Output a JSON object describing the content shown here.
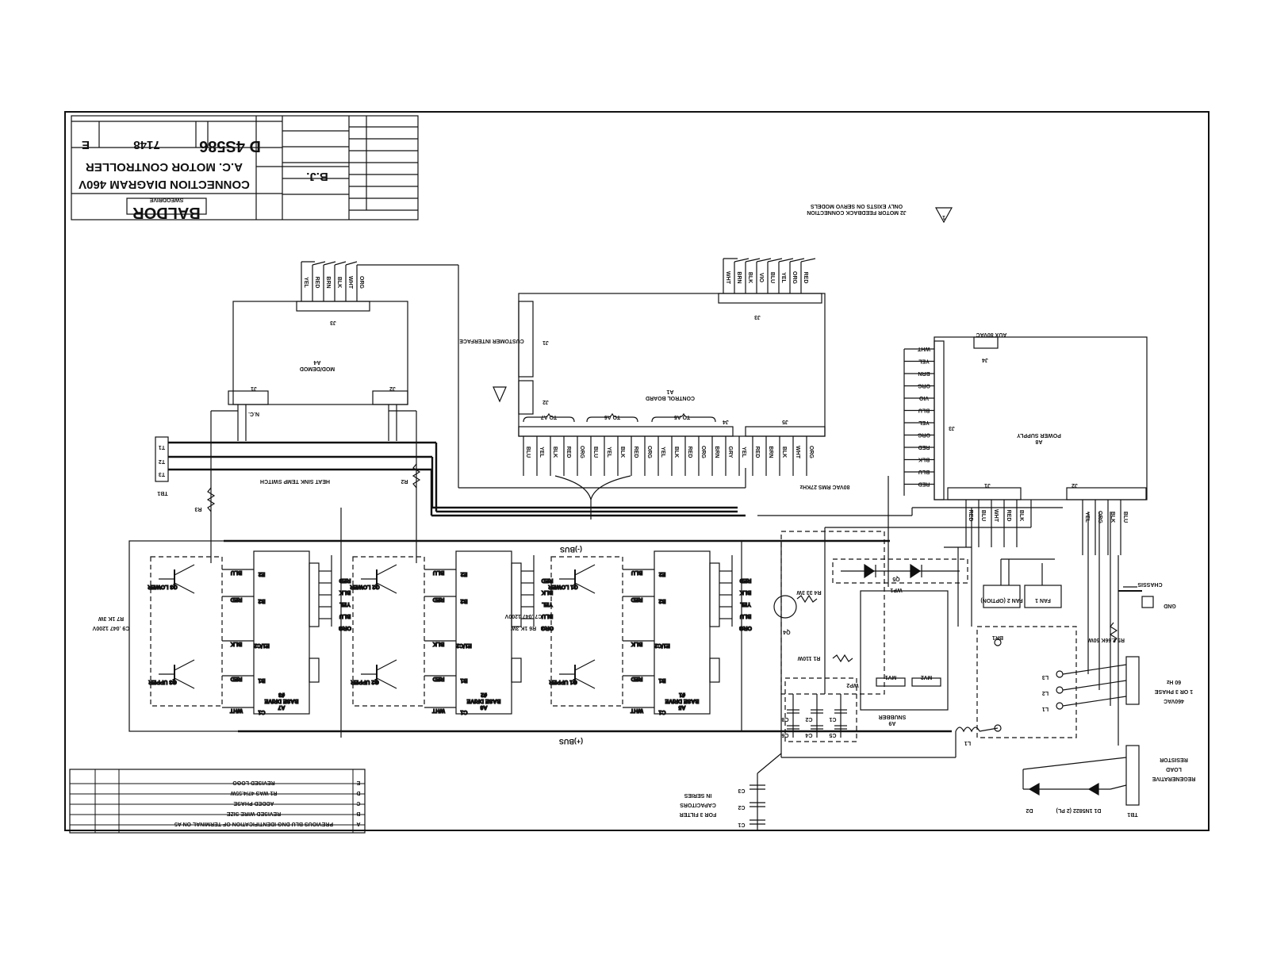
{
  "title_block": {
    "brand": "BALDOR",
    "sub_brand": "SWEODRIVE",
    "title_line1": "CONNECTION DIAGRAM 460V",
    "title_line2": "A.C. MOTOR CONTROLLER",
    "drawing_number": "D 4S586",
    "sheet": "7148",
    "revision": "E",
    "approval": "B.J."
  },
  "notes": {
    "servo_note_line1": "J2 MOTOR FEEDBACK CONNECTION",
    "servo_note_line2": "ONLY EXISTS ON SERVO MODELS",
    "note_number": "1",
    "filter_caps_line1": "FOR 3 FILTER",
    "filter_caps_line2": "CAPACITORS",
    "filter_caps_line3": "IN SERIES"
  },
  "modules": {
    "a4": {
      "ref": "A4",
      "name": "MOD/DEMOD",
      "j3": "J3",
      "j1": "J1",
      "j2": "J2",
      "nc": "N.C.",
      "j3_wires": [
        "YEL",
        "RED",
        "BRN",
        "BLK",
        "WHT",
        "ORG"
      ]
    },
    "a1": {
      "ref": "A1",
      "name": "CONTROL BOARD",
      "j1": "J1",
      "j1_label": "CUSTOMER INTERFACE",
      "j2": "J2",
      "j3": "J3",
      "j4": "J4",
      "j5": "J5",
      "j3_wires": [
        "WHT",
        "BRN",
        "BLK",
        "VIO",
        "BLU",
        "YEL",
        "ORG",
        "RED"
      ],
      "to_a7": "TO A7",
      "to_a6": "TO A6",
      "to_a5": "TO A5",
      "bottom_wires": [
        "BLU",
        "YEL",
        "BLK",
        "RED",
        "ORG",
        "BLU",
        "YEL",
        "BLK",
        "RED",
        "ORG",
        "YEL",
        "BLK",
        "RED",
        "ORG",
        "BRN",
        "GRY",
        "YEL",
        "RED",
        "BRN",
        "BLK",
        "WHT",
        "ORG"
      ]
    },
    "a8": {
      "ref": "A8",
      "name": "POWER SUPPLY",
      "j4": "J4",
      "j4_label": "AUX 80VAC",
      "j3": "J3",
      "j1": "J1",
      "j2": "J2",
      "j3_wires": [
        "WHT",
        "YEL",
        "BRN",
        "ORG",
        "VIO",
        "BLU",
        "YEL",
        "ORG",
        "RED",
        "BLK",
        "BLU",
        "RED"
      ],
      "j1_wires": [
        "RED",
        "BLU",
        "WHT",
        "RED",
        "BLK"
      ],
      "j2_wires": [
        "YEL",
        "ORG",
        "BLK",
        "BLU"
      ]
    },
    "drives": [
      {
        "ref": "A7",
        "name": "BASE DRIVE",
        "num": "#3",
        "q_upper": "Q3 UPPER",
        "q_lower": "Q3 LOWER"
      },
      {
        "ref": "A6",
        "name": "BASE DRIVE",
        "num": "#2",
        "q_upper": "Q2 UPPER",
        "q_lower": "Q2 LOWER"
      },
      {
        "ref": "A5",
        "name": "BASE DRIVE",
        "num": "#1",
        "q_upper": "Q1 UPPER",
        "q_lower": "Q1 LOWER"
      }
    ],
    "drive_pins": [
      "E2",
      "B2",
      "E1/C2",
      "B1",
      "C1"
    ],
    "drive_wires": [
      "BLU",
      "RED",
      "BLK",
      "RED",
      "WHT"
    ],
    "drive_j1": [
      "ORG",
      "BLU",
      "YEL",
      "BLK",
      "RED"
    ],
    "a9": {
      "ref": "A9",
      "name": "SNUBBER"
    },
    "br1": "BR1"
  },
  "components": {
    "tb1_left": {
      "label": "TB1",
      "terms": [
        "T1",
        "T2",
        "T3"
      ]
    },
    "r2": "R2",
    "r3": "R3",
    "heat_sink": "HEAT SINK TEMP SWITCH",
    "c9": "C9 .047 1200V",
    "r7": "R7 1K 3W",
    "r6": "R6 1K 3W",
    "c7": "C7 .047 1200V",
    "bus_minus": "(-)BUS",
    "bus_plus": "(+)BUS",
    "q4": "Q4",
    "q5": "Q5",
    "r4": "R4 33 3W",
    "r1": "R1 110W",
    "r5": "R5 2.66K 50W",
    "fan1": "FAN 1",
    "fan2": "FAN 2 (OPTION)",
    "chassis": "CHASSIS",
    "gnd": "GND",
    "l_terms": [
      "L3",
      "L2",
      "L1"
    ],
    "line_in_line1": "460VAC",
    "line_in_line2": "1 OR 3 PHASE",
    "line_in_line3": "60 Hz",
    "regen_line1": "REGENERATIVE",
    "regen_line2": "LOAD",
    "regen_line3": "RESISTOR",
    "tb1_regen": "TB1",
    "d1": "D1 1N5822 (2 PL)",
    "d2": "D2",
    "caps": [
      "C8",
      "C2",
      "C1",
      "C6",
      "C4",
      "C5"
    ],
    "caps_filter": [
      "C3",
      "C2",
      "C1"
    ],
    "wp": [
      "WP1",
      "WP2"
    ],
    "mov": [
      "MV1",
      "MV2"
    ],
    "rms_note": "80VAC RMS 27KHz",
    "l1": "L1"
  },
  "revision_block": {
    "rows": [
      {
        "rev": "E",
        "desc": "REVISED LOGO"
      },
      {
        "rev": "D",
        "desc": "R1 WAS 47/4.55W"
      },
      {
        "rev": "C",
        "desc": "ADDED PHASE"
      },
      {
        "rev": "B",
        "desc": "REVISED WIRE SIZE"
      },
      {
        "rev": "A",
        "desc": "PREVIOUS BLU DNG IDENTIFICATION OF TERMINAL ON A5"
      }
    ]
  }
}
